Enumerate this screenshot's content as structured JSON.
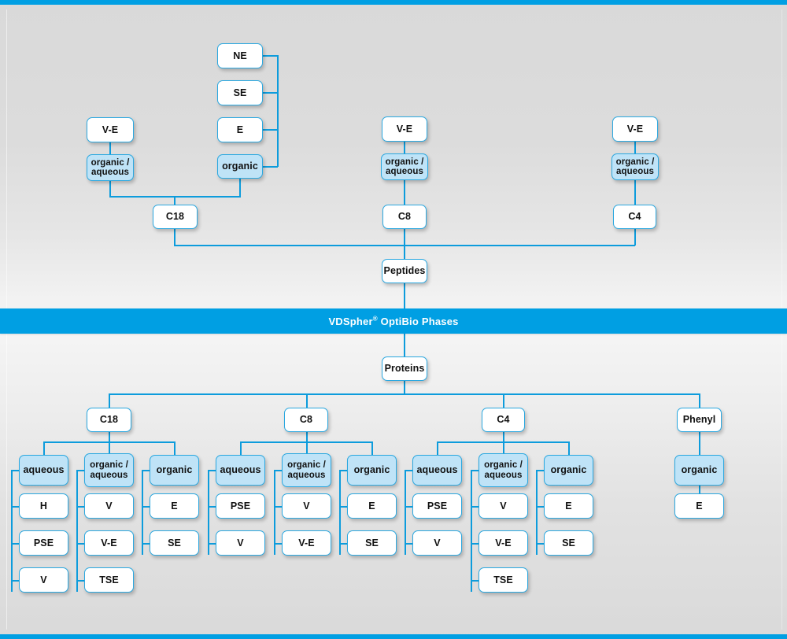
{
  "colors": {
    "accent": "#009FE3",
    "line": "#0D9CDC",
    "box_border": "#2BA8E0",
    "box_fill_highlight": "#BFE3F7",
    "box_fill_plain": "#FFFFFF",
    "background": "#D9D9D9",
    "banner_text": "#FFFFFF"
  },
  "banner": {
    "brand": "VDSpher",
    "registered_mark": "®",
    "title_rest": "OptiBio Phases",
    "full_text": "VDSpher® OptiBio Phases"
  },
  "peptides": {
    "root_label": "Peptides",
    "branches": [
      {
        "id": "peptides-c18",
        "phase_label": "C18",
        "modes": [
          {
            "mode_label": "organic /\naqueous",
            "mode_key": "organic-aqueous",
            "highlighted": false,
            "items": [
              {
                "label": "V-E"
              }
            ]
          },
          {
            "mode_label": "organic",
            "mode_key": "organic",
            "highlighted": true,
            "items": [
              {
                "label": "NE"
              },
              {
                "label": "SE"
              },
              {
                "label": "E"
              }
            ]
          }
        ]
      },
      {
        "id": "peptides-c8",
        "phase_label": "C8",
        "modes": [
          {
            "mode_label": "organic /\naqueous",
            "mode_key": "organic-aqueous",
            "highlighted": true,
            "items": [
              {
                "label": "V-E"
              }
            ]
          }
        ]
      },
      {
        "id": "peptides-c4",
        "phase_label": "C4",
        "modes": [
          {
            "mode_label": "organic /\naqueous",
            "mode_key": "organic-aqueous",
            "highlighted": true,
            "items": [
              {
                "label": "V-E"
              }
            ]
          }
        ]
      }
    ]
  },
  "proteins": {
    "root_label": "Proteins",
    "branches": [
      {
        "id": "proteins-c18",
        "phase_label": "C18",
        "columns": [
          {
            "mode_label": "aqueous",
            "highlighted": true,
            "items": [
              "H",
              "PSE",
              "V"
            ]
          },
          {
            "mode_label": "organic /\naqueous",
            "highlighted": true,
            "items": [
              "V",
              "V-E",
              "TSE"
            ]
          },
          {
            "mode_label": "organic",
            "highlighted": true,
            "items": [
              "E",
              "SE"
            ]
          }
        ]
      },
      {
        "id": "proteins-c8",
        "phase_label": "C8",
        "columns": [
          {
            "mode_label": "aqueous",
            "highlighted": true,
            "items": [
              "PSE",
              "V"
            ]
          },
          {
            "mode_label": "organic /\naqueous",
            "highlighted": true,
            "items": [
              "V",
              "V-E"
            ]
          },
          {
            "mode_label": "organic",
            "highlighted": true,
            "items": [
              "E",
              "SE"
            ]
          }
        ]
      },
      {
        "id": "proteins-c4",
        "phase_label": "C4",
        "columns": [
          {
            "mode_label": "aqueous",
            "highlighted": true,
            "items": [
              "PSE",
              "V"
            ]
          },
          {
            "mode_label": "organic /\naqueous",
            "highlighted": true,
            "items": [
              "V",
              "V-E",
              "TSE"
            ]
          },
          {
            "mode_label": "organic",
            "highlighted": true,
            "items": [
              "E",
              "SE"
            ]
          }
        ]
      },
      {
        "id": "proteins-phenyl",
        "phase_label": "Phenyl",
        "columns": [
          {
            "mode_label": "organic",
            "highlighted": true,
            "items": [
              "E"
            ]
          }
        ]
      }
    ]
  }
}
